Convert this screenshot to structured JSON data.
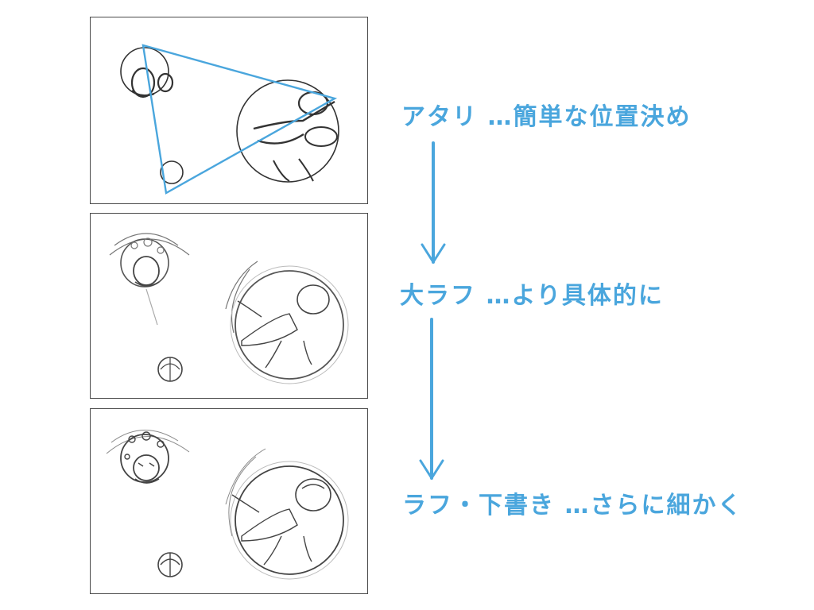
{
  "steps": [
    {
      "label": "アタリ …簡単な位置決め"
    },
    {
      "label": "大ラフ …より具体的に"
    },
    {
      "label": "ラフ・下書き …さらに細かく"
    }
  ],
  "colors": {
    "accent": "#4aa6dd",
    "sketch_line": "#333333",
    "panel_border": "#4a4a4a"
  }
}
